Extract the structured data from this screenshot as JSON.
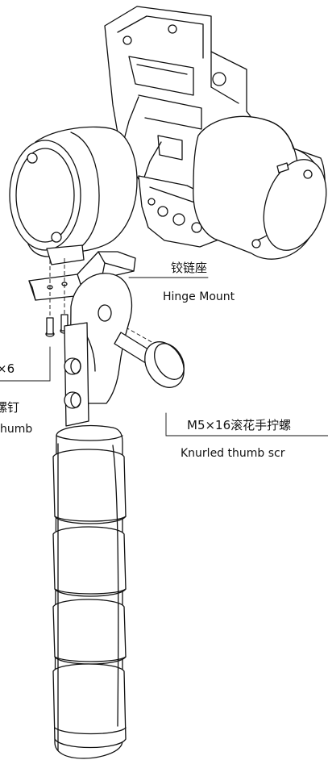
{
  "callouts": {
    "hinge_mount": {
      "cn": "铰链座",
      "en": "Hinge Mount"
    },
    "knurled_screw": {
      "cn": "M5×16滚花手拧螺",
      "en": "Knurled thumb scr"
    },
    "left_size": {
      "text": "×6"
    },
    "left_screw": {
      "cn": "螺钉",
      "en": "humb"
    }
  }
}
